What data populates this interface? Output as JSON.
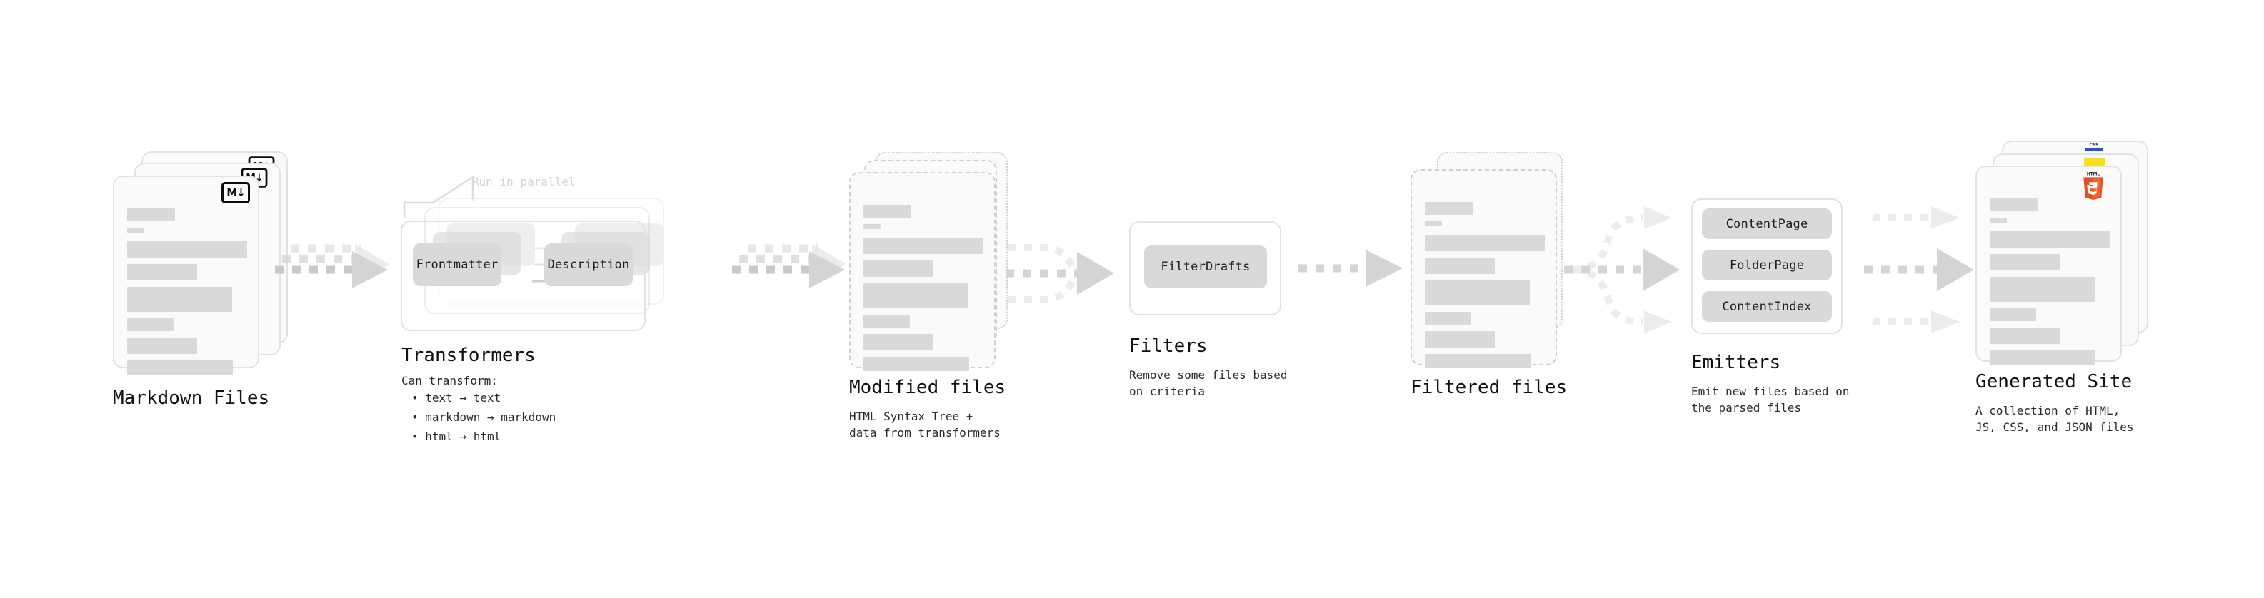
{
  "diagram": {
    "title_hidden": "",
    "stages": [
      {
        "id": "markdown-files",
        "title": "Markdown Files",
        "subtitle": "",
        "badge": "M↓",
        "badge_icon": "markdown-icon"
      },
      {
        "id": "transformers",
        "title": "Transformers",
        "subtitle": "Can transform:",
        "note": "Run in parallel",
        "chips": [
          "Frontmatter",
          "Description"
        ],
        "bullets": [
          "• text → text",
          "• markdown → markdown",
          "• html → html"
        ]
      },
      {
        "id": "modified-files",
        "title": "Modified files",
        "subtitle": "HTML Syntax Tree +\ndata from transformers"
      },
      {
        "id": "filters",
        "title": "Filters",
        "subtitle": "Remove some files based\non criteria",
        "chips": [
          "FilterDrafts"
        ]
      },
      {
        "id": "filtered-files",
        "title": "Filtered files",
        "subtitle": ""
      },
      {
        "id": "emitters",
        "title": "Emitters",
        "subtitle": "Emit new files based on\nthe parsed files",
        "chips": [
          "ContentPage",
          "FolderPage",
          "ContentIndex"
        ]
      },
      {
        "id": "generated-site",
        "title": "Generated Site",
        "subtitle": "A collection of HTML,\nJS, CSS, and JSON files",
        "badges": [
          "html5-icon",
          "js-icon",
          "css-icon"
        ],
        "css_badge_text": "CSS"
      }
    ],
    "colors": {
      "doc_fill": "#fafafa",
      "doc_border": "#e2e2e2",
      "dashed_border": "#cfcfcf",
      "bar": "#d9d9d9",
      "chip": "#d9d9d9",
      "arrow": "#d4d4d4",
      "text": "#1c1c1c",
      "html5_orange": "#e44d26",
      "html5_shield": "#f16529",
      "js_yellow": "#f7df1e",
      "css_blue": "#264de4"
    }
  }
}
